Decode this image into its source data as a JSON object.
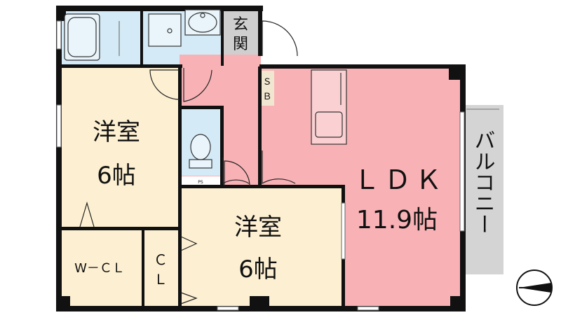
{
  "rooms": {
    "western_room_left": {
      "name": "洋室",
      "size": "6帖"
    },
    "western_room_center": {
      "name": "洋室",
      "size": "6帖"
    },
    "ldk": {
      "name": "ＬＤＫ",
      "size": "11.9帖"
    },
    "walk_in_closet": {
      "name": "W－ＣＬ"
    },
    "closet": {
      "name_line1": "Ｃ",
      "name_line2": "Ｌ"
    },
    "entrance": {
      "name_line1": "玄",
      "name_line2": "関"
    },
    "shoe_box": {
      "name_line1": "Ｓ",
      "name_line2": "Ｂ"
    },
    "pipe_space": {
      "name": "PS"
    },
    "balcony": {
      "name": "バルコニー"
    }
  },
  "colors": {
    "wall": "#111111",
    "western_room_fill": "#fdf0d2",
    "ldk_fill": "#f8b2b6",
    "wet_area_fill": "#d4eaf6",
    "entrance_fill": "#cfcfcf",
    "balcony_fill": "#d4d4d4"
  },
  "icons": [
    "bathtub-icon",
    "washbasin-icon",
    "washing-machine-icon",
    "toilet-icon",
    "kitchen-counter-icon",
    "compass-icon"
  ]
}
